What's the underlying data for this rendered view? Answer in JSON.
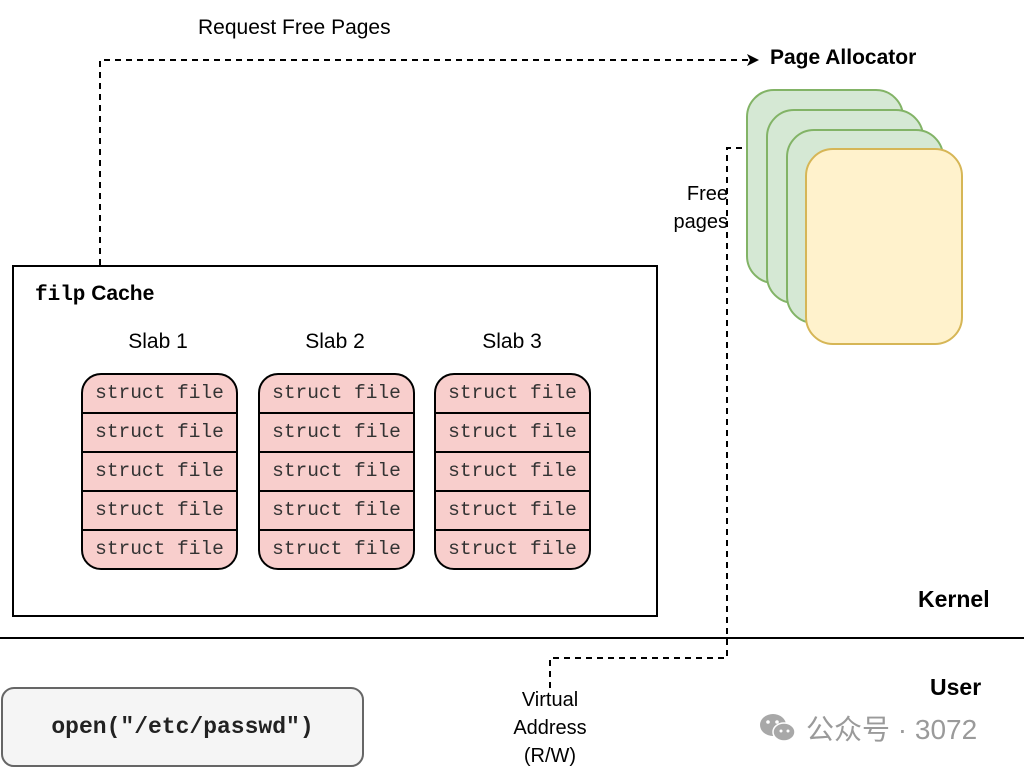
{
  "request_label": "Request Free Pages",
  "page_allocator": {
    "title": "Page Allocator",
    "free_pages_label_line1": "Free",
    "free_pages_label_line2": "pages",
    "colors": {
      "page_fill": "#d5e8d4",
      "page_border": "#82b366",
      "front_fill": "#fff2cc",
      "front_border": "#d6b656"
    }
  },
  "cache": {
    "title_mono": "filp",
    "title_text": "Cache",
    "slabs": [
      {
        "label": "Slab 1",
        "rows": [
          "struct file",
          "struct file",
          "struct file",
          "struct file",
          "struct file"
        ]
      },
      {
        "label": "Slab 2",
        "rows": [
          "struct file",
          "struct file",
          "struct file",
          "struct file",
          "struct file"
        ]
      },
      {
        "label": "Slab 3",
        "rows": [
          "struct file",
          "struct file",
          "struct file",
          "struct file",
          "struct file"
        ]
      }
    ],
    "slab_fill": "#f8cecc"
  },
  "regions": {
    "kernel": "Kernel",
    "user": "User"
  },
  "syscall": "open(\"/etc/passwd\")",
  "virtual_address": {
    "line1": "Virtual",
    "line2": "Address",
    "line3": "(R/W)"
  },
  "watermark": {
    "text": "公众号 · 3072",
    "icon": "wechat-icon"
  }
}
